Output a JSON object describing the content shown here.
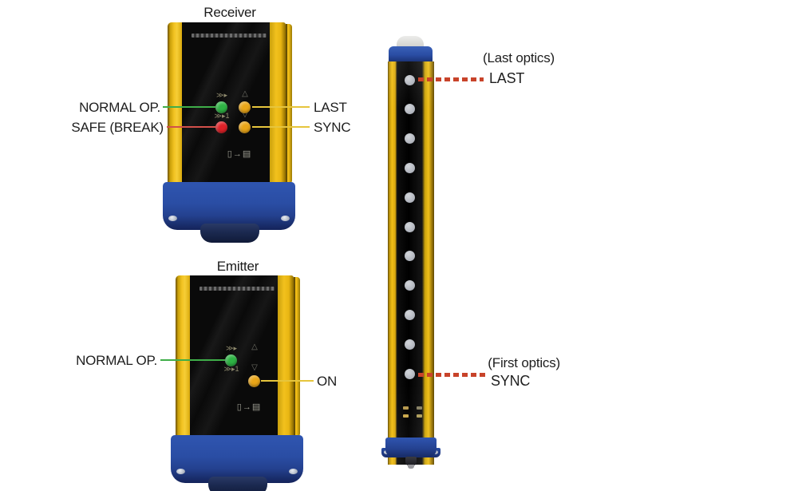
{
  "colors": {
    "device_yellow": "#f2c11b",
    "panel_black": "#0a0a0a",
    "base_blue": "#2a4da4",
    "led_green": "#2eb344",
    "led_red": "#e02128",
    "led_amber": "#eaa618",
    "line_green": "#3fae49",
    "line_red": "#d2504a",
    "line_yellow": "#e6c53d",
    "dashed_orange": "#c8432a",
    "optic_gray": "#b2b6be",
    "text": "#1e1e1e"
  },
  "icons": {
    "beam": "≫▸",
    "beam_one": "≫▸1",
    "triangle_up": "△",
    "triangle_down": "▽",
    "transfer": "▯→▤"
  },
  "receiver": {
    "title": "Receiver",
    "labels": {
      "normal_op": "NORMAL OP.",
      "safe_break": "SAFE (BREAK)",
      "last": "LAST",
      "sync": "SYNC"
    },
    "leds": [
      {
        "name": "normal-op",
        "color": "led_green"
      },
      {
        "name": "last",
        "color": "led_amber"
      },
      {
        "name": "safe-break",
        "color": "led_red"
      },
      {
        "name": "sync",
        "color": "led_amber"
      }
    ]
  },
  "emitter": {
    "title": "Emitter",
    "labels": {
      "normal_op": "NORMAL OP.",
      "on": "ON"
    },
    "leds": [
      {
        "name": "normal-op",
        "color": "led_green"
      },
      {
        "name": "on",
        "color": "led_amber"
      }
    ]
  },
  "light_curtain": {
    "optics_count": 11,
    "labels": {
      "last_optics": "(Last optics)",
      "last": "LAST",
      "first_optics": "(First optics)",
      "sync": "SYNC"
    }
  }
}
